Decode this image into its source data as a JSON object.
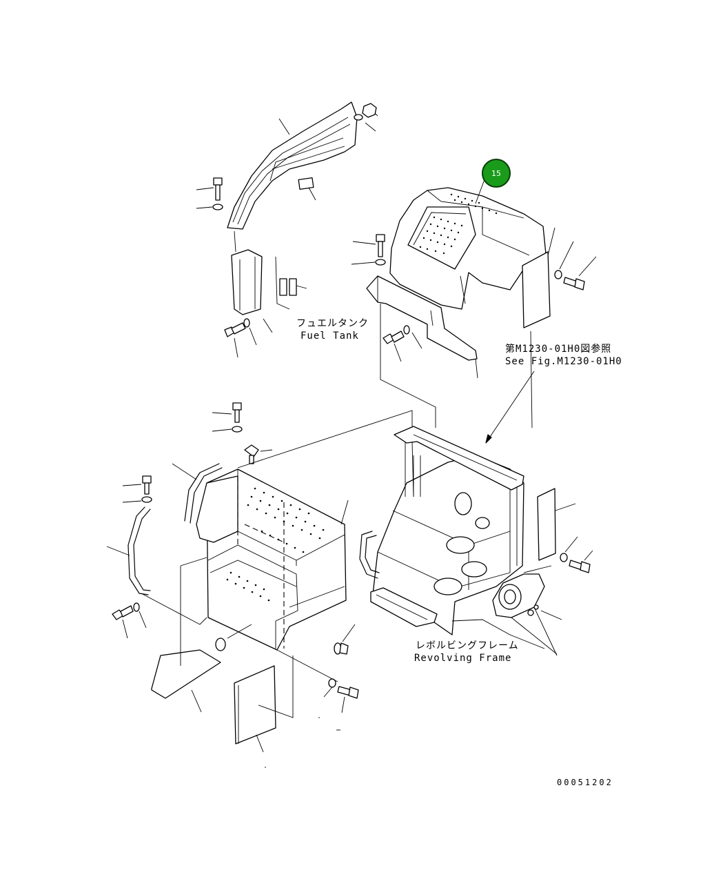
{
  "callout": {
    "number": "15",
    "color": "#1a9b1a"
  },
  "labels": {
    "fuel_tank_jp": "フュエルタンク",
    "fuel_tank_en": "Fuel Tank",
    "see_fig_jp": "第M1230-01H0図参照",
    "see_fig_en": "See Fig.M1230-01H0",
    "revolving_frame_jp": "レボルビングフレーム",
    "revolving_frame_en": "Revolving Frame"
  },
  "drawing_number": "00051202"
}
